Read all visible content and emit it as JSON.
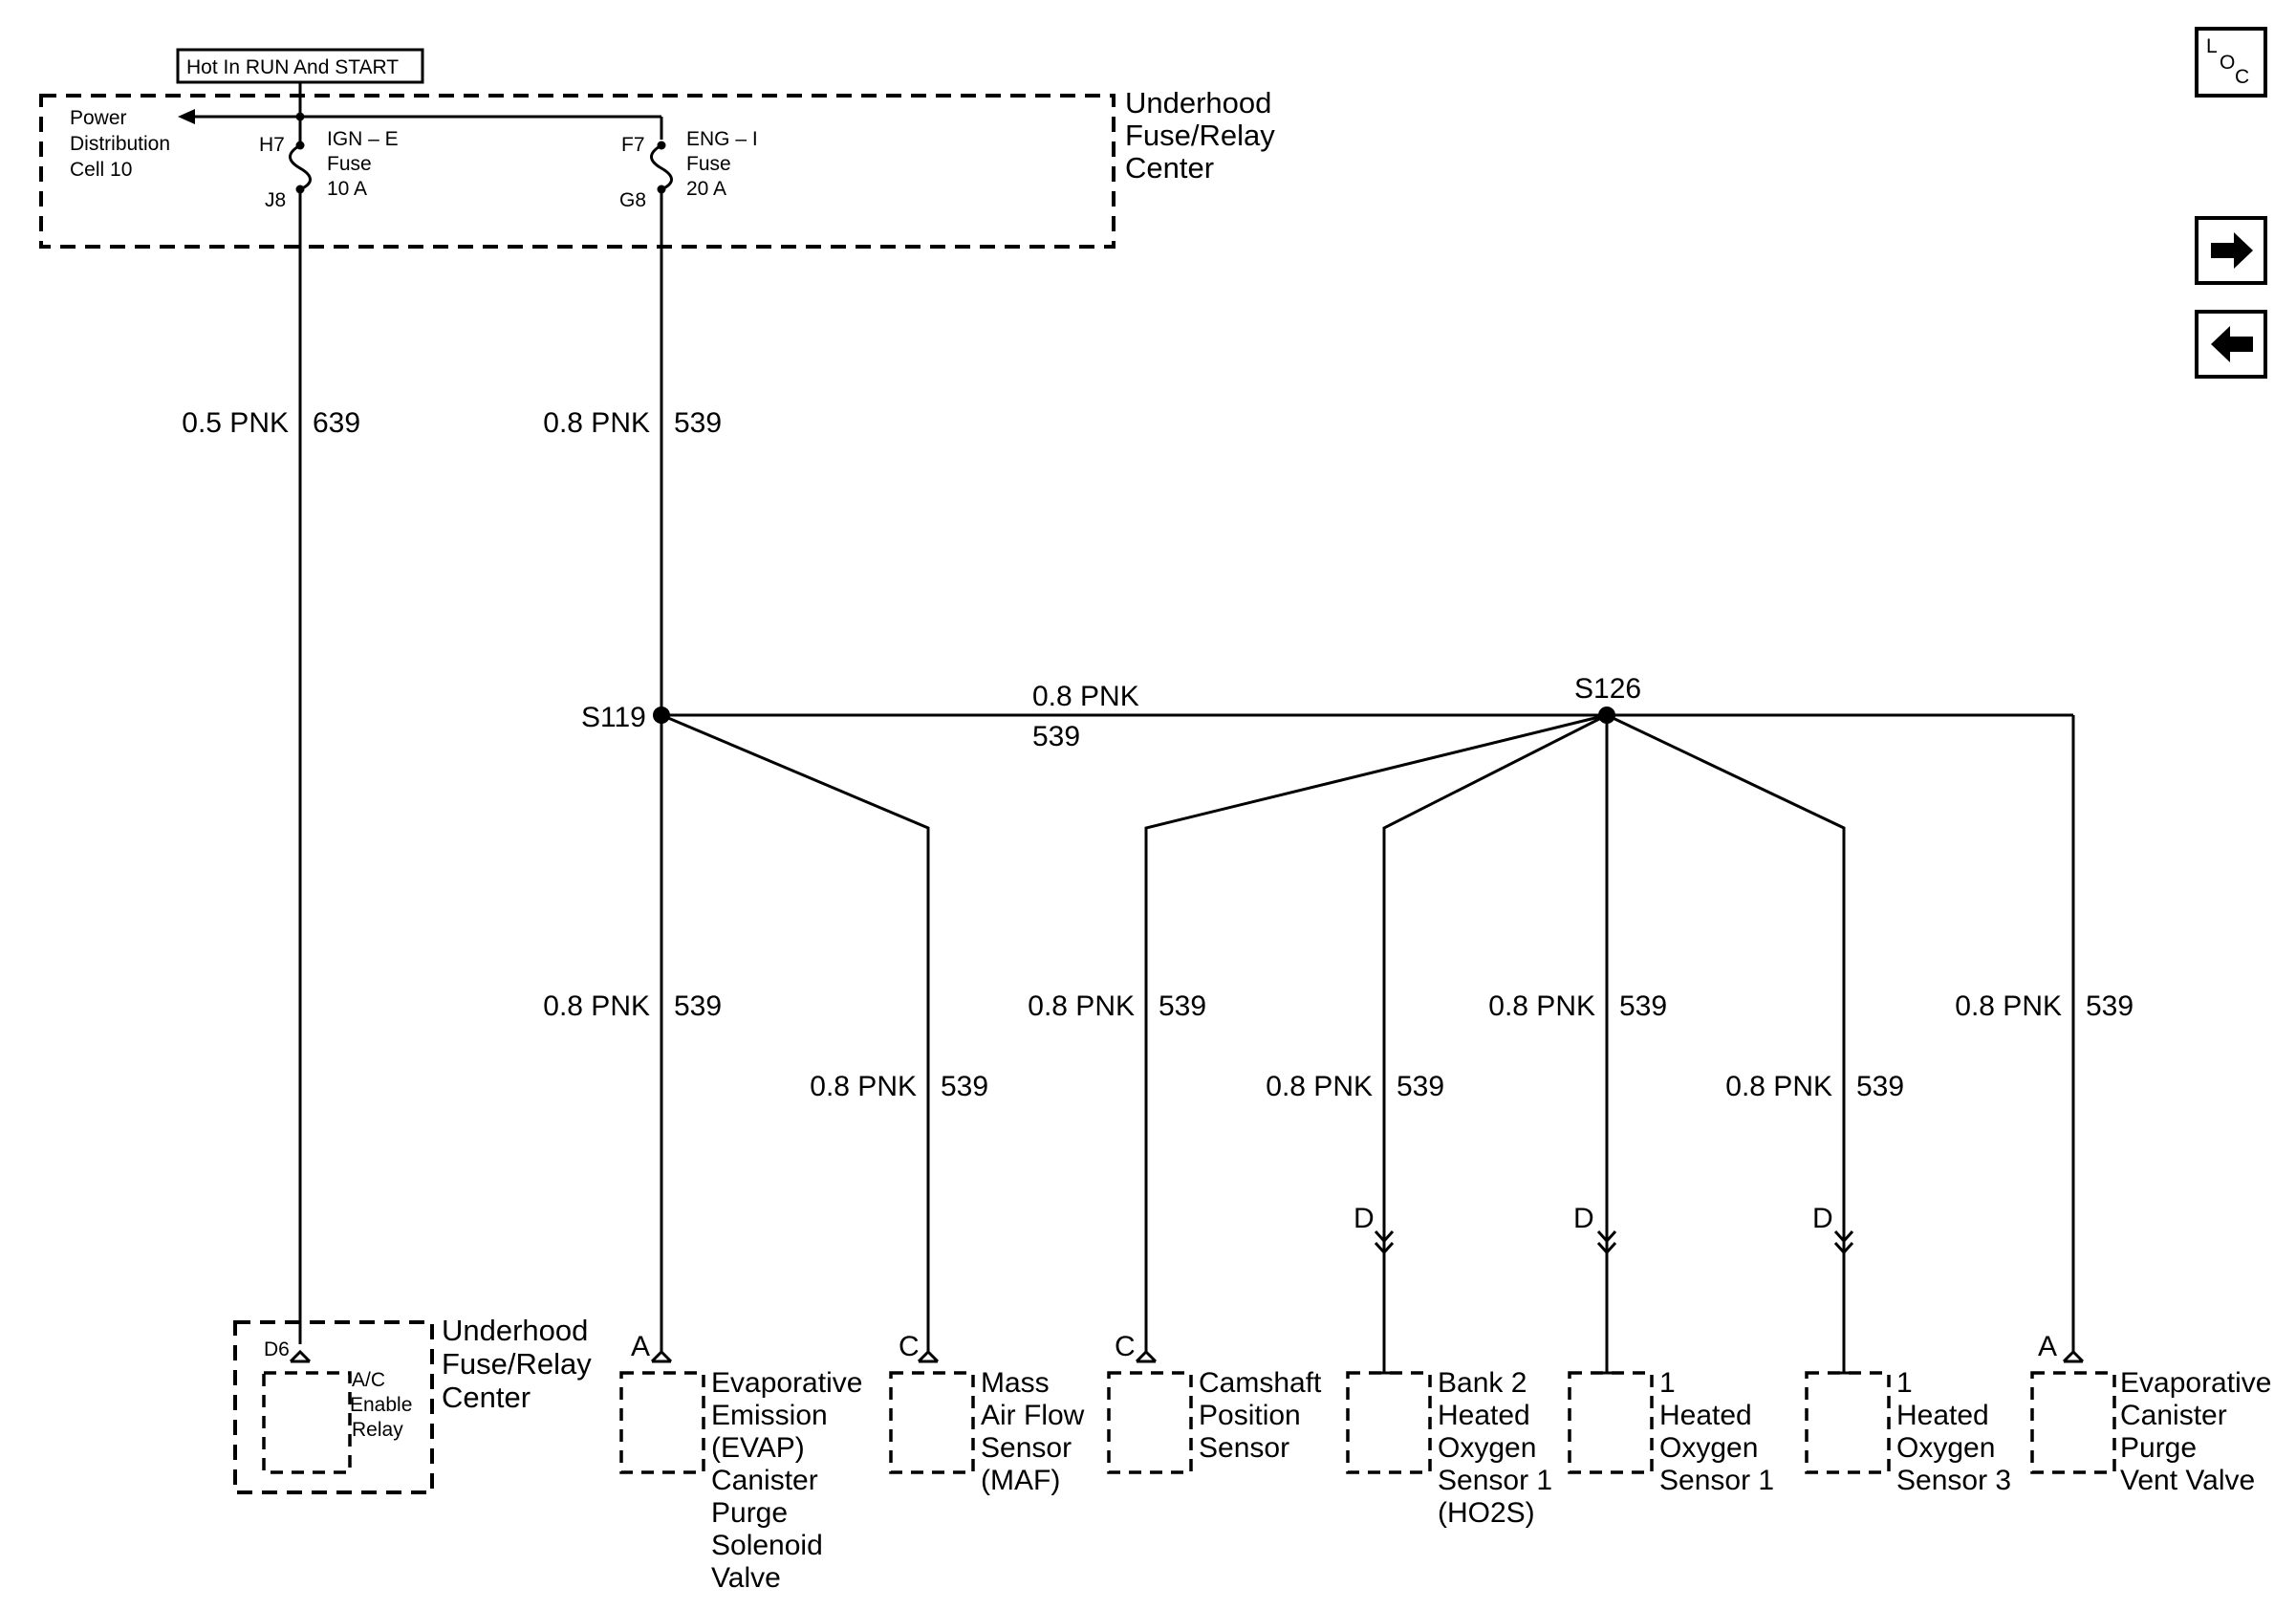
{
  "header": {
    "hot_label": "Hot In RUN And START"
  },
  "fuse_block": {
    "name_line1": "Underhood",
    "name_line2": "Fuse/Relay",
    "name_line3": "Center",
    "power_dist_line1": "Power",
    "power_dist_line2": "Distribution",
    "power_dist_line3": "Cell 10",
    "fuse_left": {
      "top_pin": "H7",
      "bottom_pin": "J8",
      "line1": "IGN – E",
      "line2": "Fuse",
      "line3": "10 A"
    },
    "fuse_right": {
      "top_pin": "F7",
      "bottom_pin": "G8",
      "line1": "ENG – I",
      "line2": "Fuse",
      "line3": "20 A"
    }
  },
  "wires": {
    "left_main": {
      "gauge": "0.5 PNK",
      "circuit": "639"
    },
    "right_main": {
      "gauge": "0.8 PNK",
      "circuit": "539"
    },
    "horizontal": {
      "gauge": "0.8 PNK",
      "circuit": "539"
    },
    "branches": [
      {
        "gauge": "0.8 PNK",
        "circuit": "539"
      },
      {
        "gauge": "0.8 PNK",
        "circuit": "539"
      },
      {
        "gauge": "0.8 PNK",
        "circuit": "539"
      },
      {
        "gauge": "0.8 PNK",
        "circuit": "539"
      },
      {
        "gauge": "0.8 PNK",
        "circuit": "539"
      },
      {
        "gauge": "0.8 PNK",
        "circuit": "539"
      },
      {
        "gauge": "0.8 PNK",
        "circuit": "539"
      }
    ]
  },
  "splices": {
    "s119": "S119",
    "s126": "S126"
  },
  "relay": {
    "block_line1": "Underhood",
    "block_line2": "Fuse/Relay",
    "block_line3": "Center",
    "pin": "D6",
    "name_line1": "A/C",
    "name_line2": "Enable",
    "name_line3": "Relay"
  },
  "components": [
    {
      "pin": "A",
      "lines": [
        "Evaporative",
        "Emission",
        "(EVAP)",
        "Canister",
        "Purge",
        "Solenoid",
        "Valve"
      ]
    },
    {
      "pin": "C",
      "lines": [
        "Mass",
        "Air Flow",
        "Sensor",
        "(MAF)"
      ]
    },
    {
      "pin": "C",
      "lines": [
        "Camshaft",
        "Position",
        "Sensor"
      ]
    },
    {
      "pin": "D",
      "lines": [
        "Bank 2",
        "Heated",
        "Oxygen",
        "Sensor 1",
        "(HO2S)"
      ]
    },
    {
      "pin": "D",
      "lines": [
        "1",
        "Heated",
        "Oxygen",
        "Sensor 1"
      ]
    },
    {
      "pin": "D",
      "lines": [
        "1",
        "Heated",
        "Oxygen",
        "Sensor 3"
      ]
    },
    {
      "pin": "A",
      "lines": [
        "Evaporative",
        "Canister",
        "Purge",
        "Vent Valve"
      ]
    }
  ],
  "nav": {
    "loc_l": "L",
    "loc_o": "O",
    "loc_c": "C",
    "next_icon": "arrow-right-icon",
    "prev_icon": "arrow-left-icon"
  }
}
